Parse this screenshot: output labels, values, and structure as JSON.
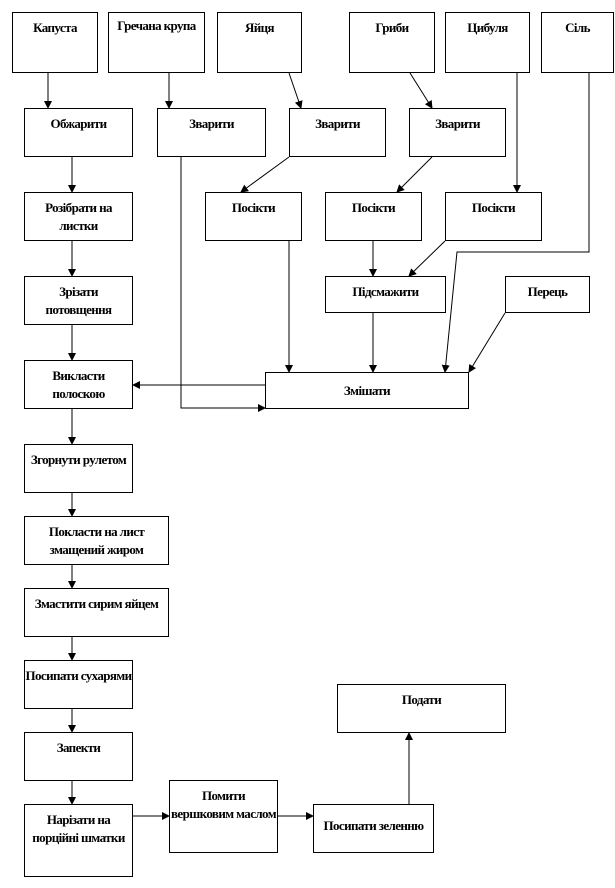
{
  "nodes": {
    "kapusta": "Капуста",
    "hrechka": "Гречана крупа",
    "yaytsia": "Яйця",
    "hryby": "Гриби",
    "tsybulia": "Цибуля",
    "sil": "Сіль",
    "obzharyty": "Обжарити",
    "zvaryty1": "Зварити",
    "zvaryty2": "Зварити",
    "zvaryty3": "Зварити",
    "rozibraty": "Розібрати на листки",
    "posikty1": "Посікти",
    "posikty2": "Посікти",
    "posikty3": "Посікти",
    "zrizaty": "Зрізати потовщення",
    "pidsmazhyty": "Підсмажити",
    "perets": "Перець",
    "vyklasty": "Викласти полоскою",
    "zmishaty": "Змішати",
    "zhornuty": "Згорнути рулетом",
    "poklasty": "Покласти на лист змащений жиром",
    "zmastyty": "Змастити сирим яйцем",
    "posypaty1": "Посипати сухарями",
    "zapekty": "Запекти",
    "narizaty": "Нарізати на порційні шматки",
    "pomyty": "Помити вершковим маслом",
    "posypaty2": "Посипати зеленню",
    "podaty": "Подати"
  },
  "colors": {
    "line": "#000000",
    "background": "#ffffff"
  }
}
